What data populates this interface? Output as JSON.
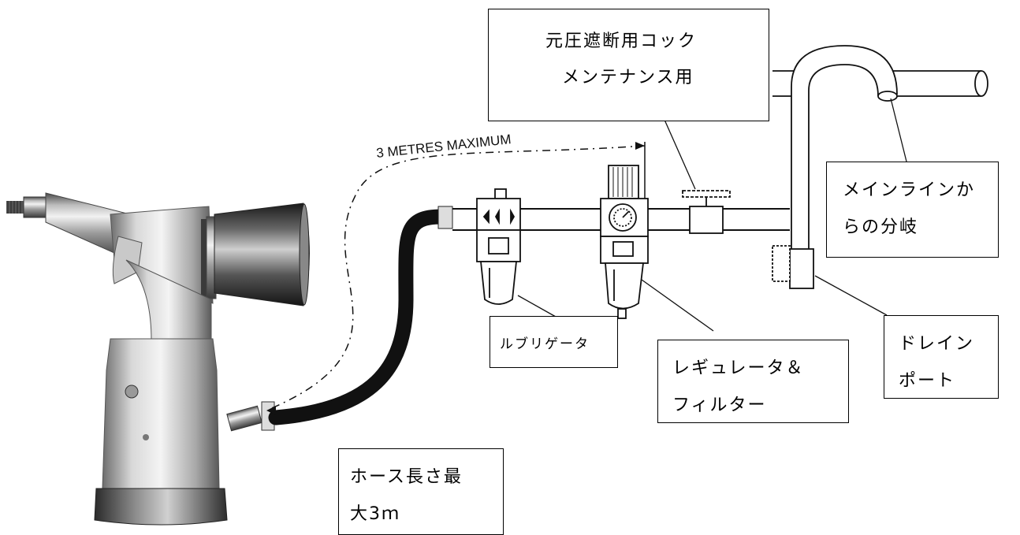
{
  "dimension_label": "3 METRES MAXIMUM",
  "callouts": {
    "shutoff_cock": {
      "line1": "元圧遮断用コック",
      "line2": "メンテナンス用"
    },
    "branch": {
      "line1": "メインラインか",
      "line2": "らの分岐"
    },
    "lubricator": {
      "line1": "ルブリゲータ"
    },
    "regulator_filter": {
      "line1": "レギュレータ＆",
      "line2": "フィルター"
    },
    "drain_port": {
      "line1": "ドレイン",
      "line2": "ポート"
    },
    "hose_length": {
      "line1": "ホース長さ最",
      "line2": "大3ｍ"
    }
  }
}
